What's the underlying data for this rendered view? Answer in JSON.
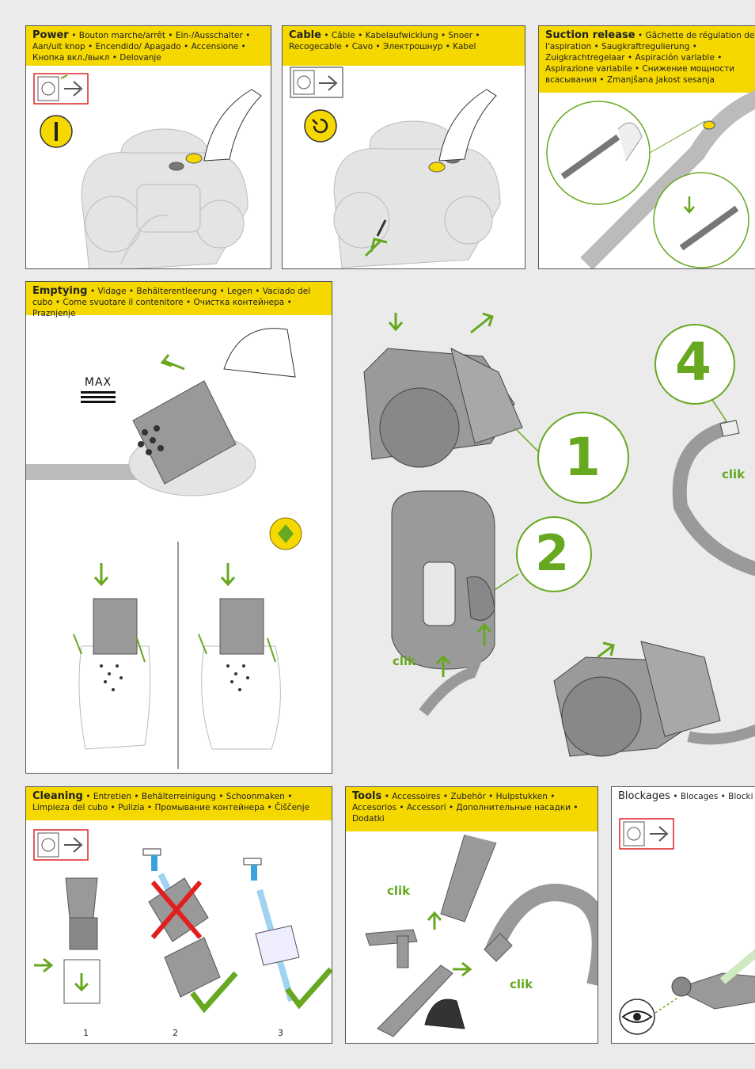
{
  "colors": {
    "accent_yellow": "#f5d800",
    "green": "#67a820",
    "grey_line": "#888888",
    "red": "#e02020"
  },
  "power": {
    "title": "Power",
    "subtitle": "• Bouton marche/arrêt • Ein-/Ausschalter • Aan/uit knop • Encendido/ Apagado • Accensione • Кнопка вкл./выкл • Delovanje",
    "icon": "power-on-symbol-icon"
  },
  "cable": {
    "title": "Cable",
    "subtitle": "• Câble • Kabelaufwicklung • Snoer • Recogecable • Cavo • Электрошнур • Kabel",
    "icon": "cable-rewind-icon"
  },
  "suction": {
    "title": "Suction release",
    "subtitle": "• Gâchette de régulation de l'aspiration • Saugkraftregulierung • Zuigkrachtregelaar • Aspiración variable • Aspirazione variabile • Снижение мощности всасывания • Zmanjšana jakost sesanja"
  },
  "emptying": {
    "title": "Emptying",
    "subtitle": "• Vidage • Behälterentleerung • Legen • Vaciado del cubo • Come svuotare il contenitore • Очистка контейнера • Praznjenje",
    "max_label": "MAX"
  },
  "assembly": {
    "step1": "1",
    "step2": "2",
    "step4": "4",
    "clik": "clik"
  },
  "cleaning": {
    "title": "Cleaning",
    "subtitle": "• Entretien • Behälterreinigung • Schoonmaken • Limpieza del cubo • Pulizia • Промывание контейнера • Čiščenje",
    "steps": [
      "1",
      "2",
      "3"
    ]
  },
  "tools": {
    "title": "Tools",
    "subtitle": "• Accessoires • Zubehör • Hulpstukken • Accesorios • Accessori • Дополнительные насадки • Dodatki",
    "clik": "clik"
  },
  "blockages": {
    "title": "Blockages",
    "subtitle": "• Blocages • Blocki"
  }
}
